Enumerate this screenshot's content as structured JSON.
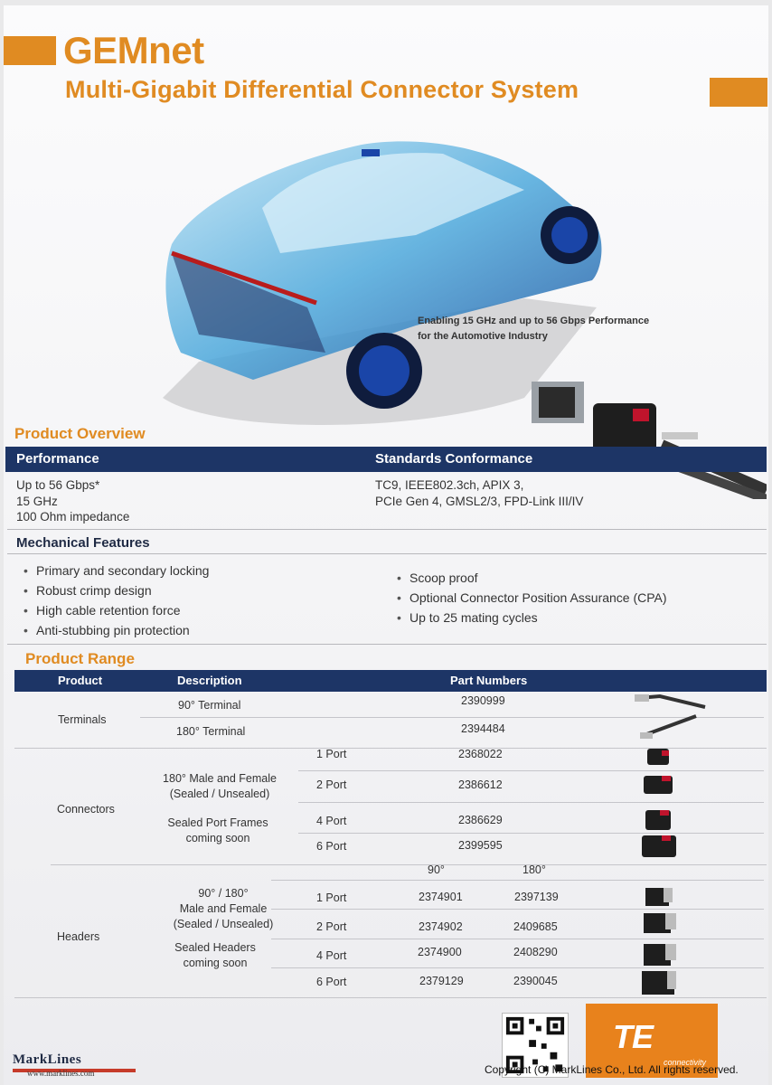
{
  "header": {
    "title": "GEMnet",
    "subtitle": "Multi-Gigabit Differential Connector System"
  },
  "hero": {
    "tagline_line1": "Enabling 15 GHz and up to 56 Gbps Performance",
    "tagline_line2": "for the Automotive Industry"
  },
  "overview": {
    "title": "Product Overview",
    "performance_heading": "Performance",
    "performance_lines": [
      "Up to 56 Gbps*",
      "15 GHz",
      "100 Ohm impedance"
    ],
    "standards_heading": "Standards Conformance",
    "standards_lines": [
      "TC9, IEEE802.3ch, APIX 3,",
      "PCIe Gen 4, GMSL2/3, FPD-Link III/IV"
    ]
  },
  "mechanical": {
    "title": "Mechanical Features",
    "left": [
      "Primary and secondary locking",
      "Robust crimp design",
      "High cable retention force",
      "Anti-stubbing pin protection"
    ],
    "right": [
      "Scoop proof",
      "Optional Connector Position Assurance (CPA)",
      "Up to 25 mating cycles"
    ]
  },
  "range": {
    "title": "Product Range",
    "headers": {
      "product": "Product",
      "description": "Description",
      "part_numbers": "Part Numbers"
    },
    "terminals": {
      "label": "Terminals",
      "rows": [
        {
          "desc": "90° Terminal",
          "part": "2390999"
        },
        {
          "desc": "180° Terminal",
          "part": "2394484"
        }
      ]
    },
    "connectors": {
      "label": "Connectors",
      "desc1_line1": "180° Male and Female",
      "desc1_line2": "(Sealed / Unsealed)",
      "desc2_line1": "Sealed Port Frames",
      "desc2_line2": "coming soon",
      "rows": [
        {
          "port": "1 Port",
          "part": "2368022"
        },
        {
          "port": "2 Port",
          "part": "2386612"
        },
        {
          "port": "4 Port",
          "part": "2386629"
        },
        {
          "port": "6 Port",
          "part": "2399595"
        }
      ]
    },
    "headers_group": {
      "label": "Headers",
      "col_90": "90°",
      "col_180": "180°",
      "desc1_line1": "90° / 180°",
      "desc1_line2": "Male and Female",
      "desc1_line3": "(Sealed / Unsealed)",
      "desc2_line1": "Sealed Headers",
      "desc2_line2": "coming soon",
      "rows": [
        {
          "port": "1 Port",
          "p90": "2374901",
          "p180": "2397139"
        },
        {
          "port": "2 Port",
          "p90": "2374902",
          "p180": "2409685"
        },
        {
          "port": "4 Port",
          "p90": "2374900",
          "p180": "2408290"
        },
        {
          "port": "6 Port",
          "p90": "2379129",
          "p180": "2390045"
        }
      ]
    }
  },
  "footer": {
    "brand_te": "TE",
    "brand_connectivity": "connectivity",
    "marklines": "MarkLines",
    "marklines_url": "www.marklines.com",
    "copyright": "Copyright (C) MarkLines Co., Ltd. All rights reserved."
  },
  "colors": {
    "accent": "#e08b22",
    "navy": "#1d3566"
  }
}
